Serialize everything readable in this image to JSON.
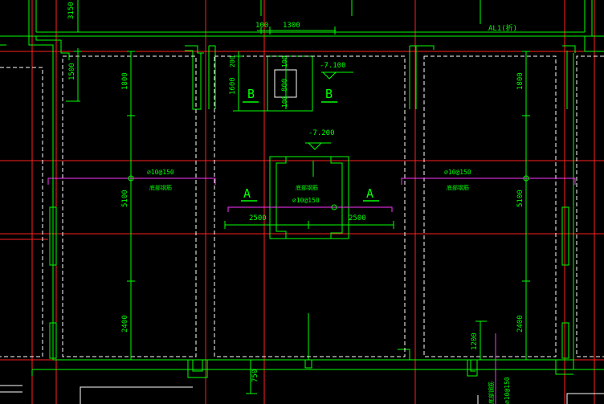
{
  "colors": {
    "background": "#000000",
    "structure": "#00ff00",
    "axis": "#ff2020",
    "hidden": "#ffffff",
    "rebar": "#ff33ff",
    "text": "#00ff00",
    "white": "#ffffff"
  },
  "dimensions": {
    "d3150": "3150",
    "d100": "100",
    "d1300": "1300",
    "d200": "200",
    "d1600": "1600",
    "d800": "800",
    "d100b": "100",
    "d100c": "100",
    "d1500": "1500",
    "d1800_left": "1800",
    "d1800_right": "1800",
    "d5100_left": "5100",
    "d5100_right": "5100",
    "d2400_left": "2400",
    "d2400_right": "2400",
    "d2500_left": "2500",
    "d2500_right": "2500",
    "d1200": "1200",
    "d750": "750"
  },
  "elevations": {
    "top": "-7.100",
    "mid": "-7.200"
  },
  "sections": {
    "b_left": "B",
    "b_right": "B",
    "a_left": "A",
    "a_right": "A"
  },
  "rebar_labels": {
    "left": "⌀10@150",
    "left_note": "底部钢筋",
    "right": "⌀10@150",
    "right_note": "底部钢筋",
    "center_note": "底部钢筋",
    "center": "⌀10@150",
    "bottom": "⌀10@150",
    "bottom_note": "底部钢筋"
  },
  "beam_label": "AL1(折)"
}
